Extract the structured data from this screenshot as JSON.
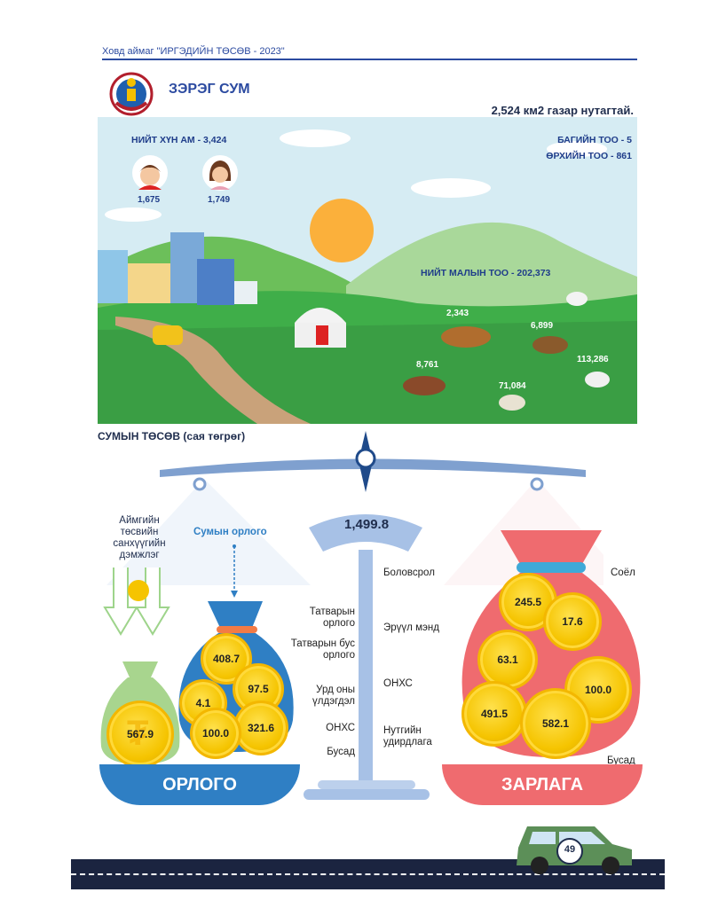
{
  "header": {
    "breadcrumb": "Ховд аймаг \"ИРГЭДИЙН ТӨСӨВ - 2023\"",
    "sum_name": "ЗЭРЭГ СУМ",
    "area_text": "2,524 км2 газар нутагтай."
  },
  "population": {
    "total_label": "НИЙТ ХҮН АМ - 3,424",
    "male": "1,675",
    "female": "1,749"
  },
  "admin": {
    "bag_label": "БАГИЙН ТОО - 5",
    "household_label": "ӨРХИЙН ТОО - 861"
  },
  "livestock": {
    "total_label": "НИЙТ МАЛЫН ТОО - 202,373",
    "camel": "2,343",
    "horse": "6,899",
    "cattle": "8,761",
    "sheep": "71,084",
    "goat": "113,286"
  },
  "budget": {
    "title": "СУМЫН ТӨСӨВ (сая төгрөг)",
    "balance_value": "1,499.8",
    "income": {
      "base_label": "ОРЛОГО",
      "aimag_support_label": "Аймгийн\nтөсвийн\nсанхүүгийн\nдэмжлэг",
      "aimag_support_value": "567.9",
      "local_label": "Сумын орлого",
      "items": [
        {
          "label": "Татварын\nорлого",
          "value": "408.7"
        },
        {
          "label": "Татварын бус\nорлого",
          "value": "4.1"
        },
        {
          "label": "Урд оны\nүлдэгдэл",
          "value": "97.5"
        },
        {
          "label": "ОНХС",
          "value": "321.6"
        },
        {
          "label": "Бусад",
          "value": "100.0"
        }
      ]
    },
    "expense": {
      "base_label": "ЗАРЛАГА",
      "items": [
        {
          "label": "Боловсрол",
          "value": "245.5"
        },
        {
          "label": "Соёл",
          "value": "17.6"
        },
        {
          "label": "Эрүүл мэнд",
          "value": "63.1"
        },
        {
          "label": "ОНХС",
          "value": "491.5"
        },
        {
          "label": "Нутгийн\nудирдлага",
          "value": "582.1"
        },
        {
          "label": "Бусад",
          "value": "100.0"
        }
      ]
    }
  },
  "footer": {
    "page_number": "49"
  },
  "colors": {
    "accent": "#2b4aa0",
    "income_base": "#2f7fc4",
    "expense_base": "#ef6b6f",
    "coin": "#f5c400"
  },
  "icons": [
    "emblem-icon",
    "male-avatar-icon",
    "female-avatar-icon",
    "tugrik-icon",
    "car-icon",
    "scale-icon"
  ]
}
